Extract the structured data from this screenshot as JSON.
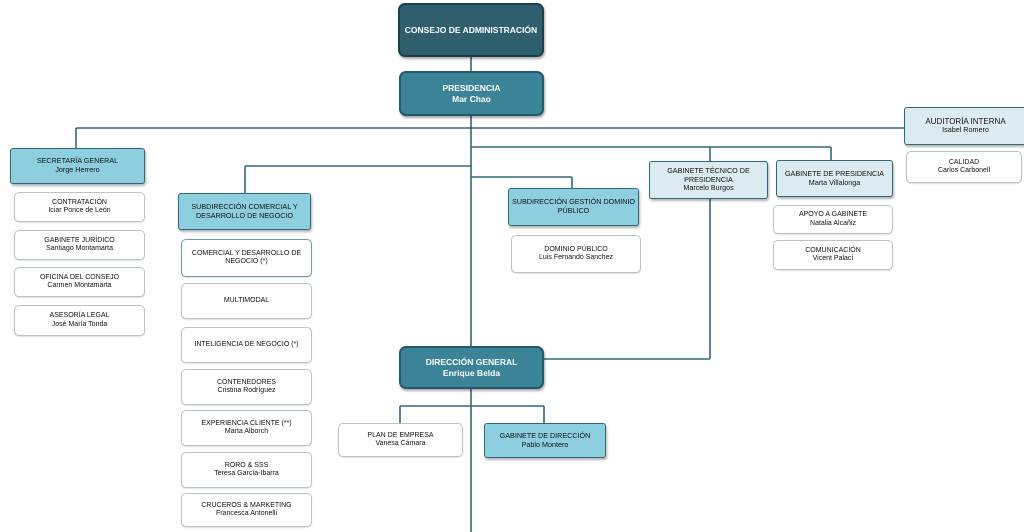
{
  "consejo": {
    "title": "CONSEJO DE ADMINISTRACIÓN"
  },
  "presidencia": {
    "title": "PRESIDENCIA",
    "person": "Mar Chao"
  },
  "auditoria": {
    "title": "AUDITORÍA INTERNA",
    "person": "Isabel Romero"
  },
  "calidad": {
    "title": "CALIDAD",
    "person": "Carlos Carbonell"
  },
  "secretaria": {
    "title": "SECRETARÍA GENERAL",
    "person": "Jorge Herrero"
  },
  "secretaria_units": [
    {
      "title": "CONTRATACIÓN",
      "person": "Iciar Ponce de León"
    },
    {
      "title": "GABINETE JURÍDICO",
      "person": "Santiago Montamarta"
    },
    {
      "title": "OFICINA DEL CONSEJO",
      "person": "Carmen Montamarta"
    },
    {
      "title": "ASESORÍA LEGAL",
      "person": "José María Tonda"
    }
  ],
  "subcomercial": {
    "title": "SUBDIRECCIÓN COMERCIAL Y DESARROLLO DE NEGOCIO"
  },
  "comercial_units": [
    {
      "title": "COMERCIAL Y DESARROLLO DE NEGOCIO (*)",
      "person": ""
    },
    {
      "title": "MULTIMODAL",
      "person": ""
    },
    {
      "title": "INTELIGENCIA DE NEGOCIO (*)",
      "person": ""
    },
    {
      "title": "CONTENEDORES",
      "person": "Cristina Rodríguez"
    },
    {
      "title": "EXPERIENCIA CLIENTE (**)",
      "person": "Marta Alborch"
    },
    {
      "title": "RORO & SSS",
      "person": "Teresa García-Ibarra"
    },
    {
      "title": "CRUCEROS & MARKETING",
      "person": "Francesca Antonelli"
    }
  ],
  "subdominio": {
    "title": "SUBDIRECCIÓN GESTIÓN DOMINIO PÚBLICO"
  },
  "dominio": {
    "title": "DOMINIO PÚBLICO",
    "person": "Luis Fernando Sanchez"
  },
  "gabtecnico": {
    "title": "GABINETE TÉCNICO DE PRESIDENCIA",
    "person": "Marcelo Burgos"
  },
  "gabpresidencia": {
    "title": "GABINETE DE PRESIDENCIA",
    "person": "Marta Villalonga"
  },
  "apoyo": {
    "title": "APOYO A GABINETE",
    "person": "Natalia Alcañiz"
  },
  "comunicacion": {
    "title": "COMUNICACIÓN",
    "person": "Vicent Palací"
  },
  "direccion": {
    "title": "DIRECCIÓN GENERAL",
    "person": "Enrique Belda"
  },
  "plan": {
    "title": "PLAN DE EMPRESA",
    "person": "Vanesa Cámara"
  },
  "gabdireccion": {
    "title": "GABINETE DE DIRECCIÓN",
    "person": "Pablo Montero"
  },
  "colors": {
    "dark": "#2f5f6e",
    "mid": "#3b8498",
    "light": "#8ecfdf",
    "pale": "#dcebf1",
    "line": "#2f6a7a"
  }
}
